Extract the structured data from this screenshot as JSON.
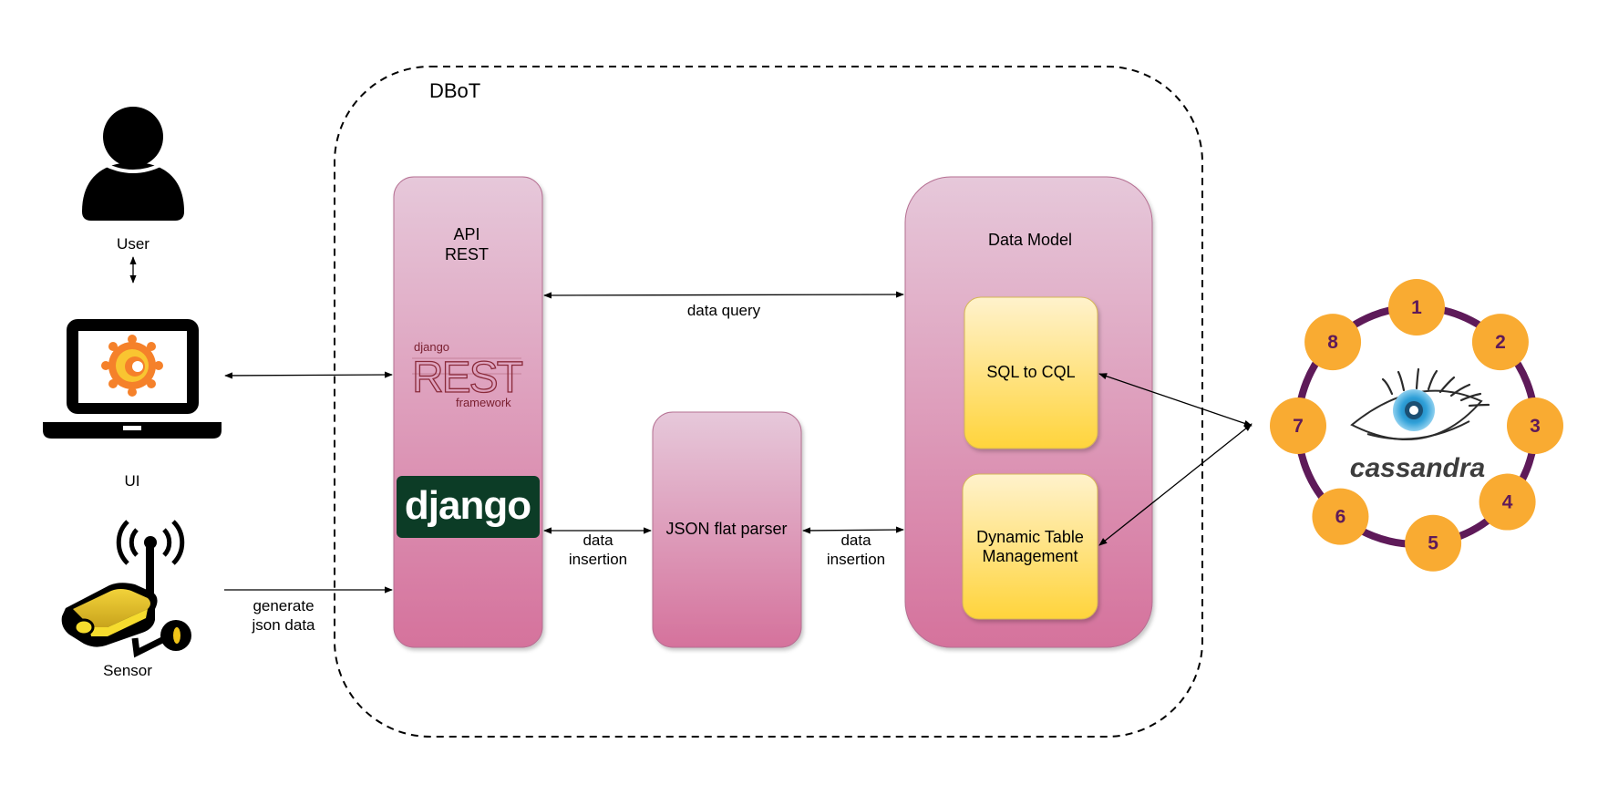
{
  "system": {
    "title": "DBoT"
  },
  "actors": {
    "user": {
      "label": "User",
      "icon": "user-icon"
    },
    "ui": {
      "label": "UI",
      "icon": "laptop-grafana-icon"
    },
    "sensor": {
      "label": "Sensor",
      "icon": "sensor-icon"
    }
  },
  "api": {
    "title_line1": "API",
    "title_line2": "REST",
    "drf_logo": {
      "small": "django",
      "big": "REST",
      "sub": "framework"
    },
    "django_logo": "django"
  },
  "parser": {
    "label": "JSON flat parser"
  },
  "data_model": {
    "title": "Data Model",
    "sql_to_cql": "SQL to CQL",
    "dyn_line1": "Dynamic Table",
    "dyn_line2": "Management"
  },
  "edges": {
    "data_query": "data query",
    "ins_left_1": "data",
    "ins_left_2": "insertion",
    "ins_right_1": "data",
    "ins_right_2": "insertion",
    "gen_1": "generate",
    "gen_2": "json data"
  },
  "cassandra": {
    "logo_text": "cassandra",
    "nodes": [
      "1",
      "2",
      "3",
      "4",
      "5",
      "6",
      "7",
      "8"
    ]
  },
  "colors": {
    "box_top": "#e6c8da",
    "box_bottom": "#d5729c",
    "box_stroke": "#b56f92",
    "yellow_top": "#fff2cc",
    "yellow_bottom": "#ffd43b",
    "ring": "#5e1a59",
    "node": "#f9ab32",
    "node_text": "#5e1a59",
    "django_green": "#0c3c26"
  }
}
